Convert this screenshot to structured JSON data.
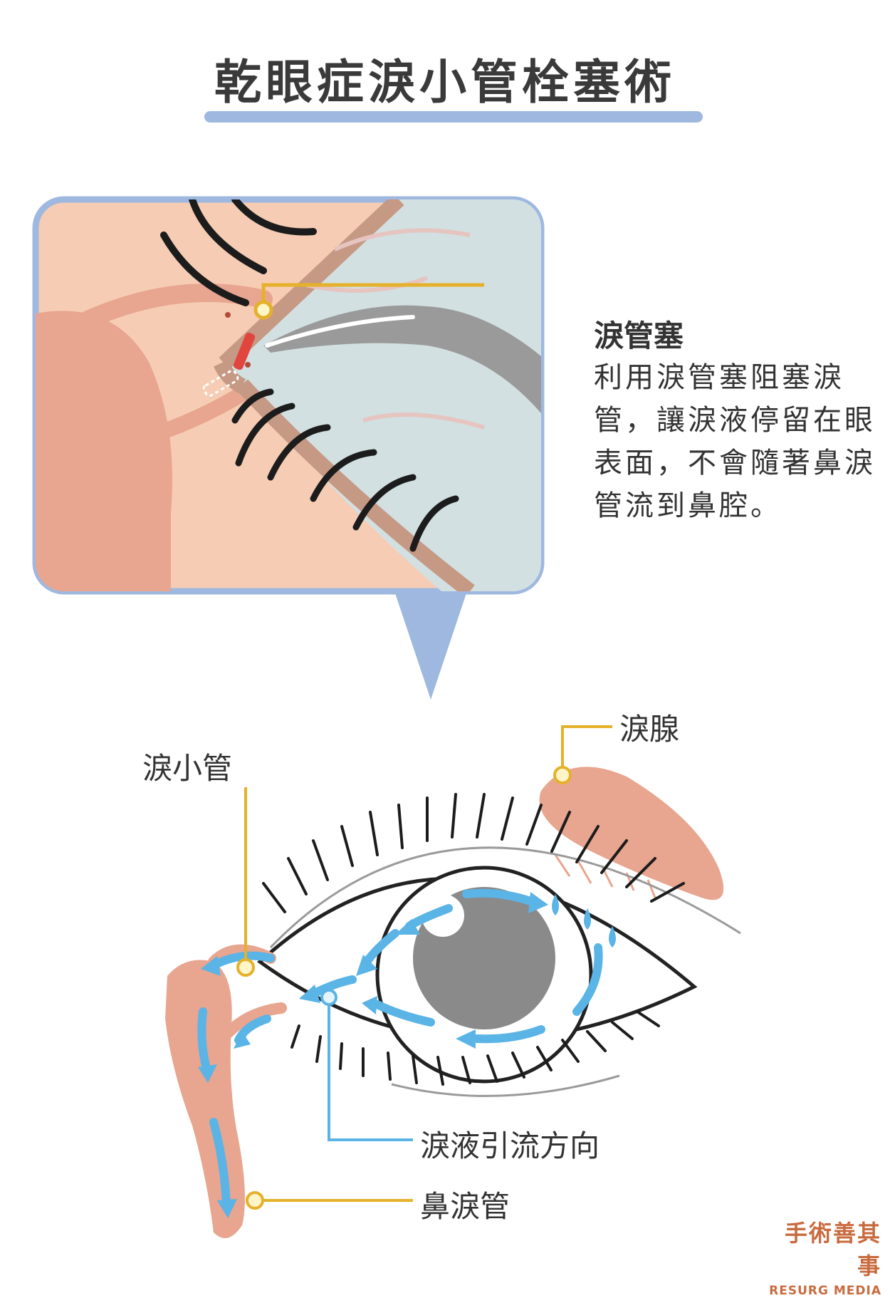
{
  "title": "乾眼症淚小管栓塞術",
  "callout": {
    "plug_label": "淚管塞",
    "description": "利用淚管塞阻塞淚管，讓淚液停留在眼表面，不會隨著鼻淚管流到鼻腔。"
  },
  "anatomy": {
    "lacrimal_gland_label": "淚腺",
    "canaliculus_label": "淚小管",
    "tear_flow_label": "淚液引流方向",
    "nasolacrimal_duct_label": "鼻淚管"
  },
  "logo": {
    "zh": "手術善其事",
    "en": "RESURG MEDIA"
  },
  "colors": {
    "accent_blue": "#9fb8e0",
    "leader_gold": "#e6b12a",
    "flow_blue": "#5ab4e6",
    "skin": "#f6cdb4",
    "tissue": "#e8a58f",
    "logo_brown": "#c86b3f"
  }
}
